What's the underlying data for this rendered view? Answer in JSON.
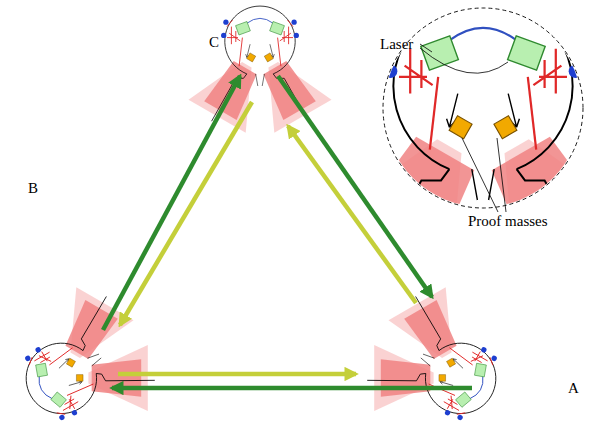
{
  "diagram": {
    "labels": [
      "Laser",
      "C",
      "Proof masses",
      "B",
      "A"
    ]
  }
}
